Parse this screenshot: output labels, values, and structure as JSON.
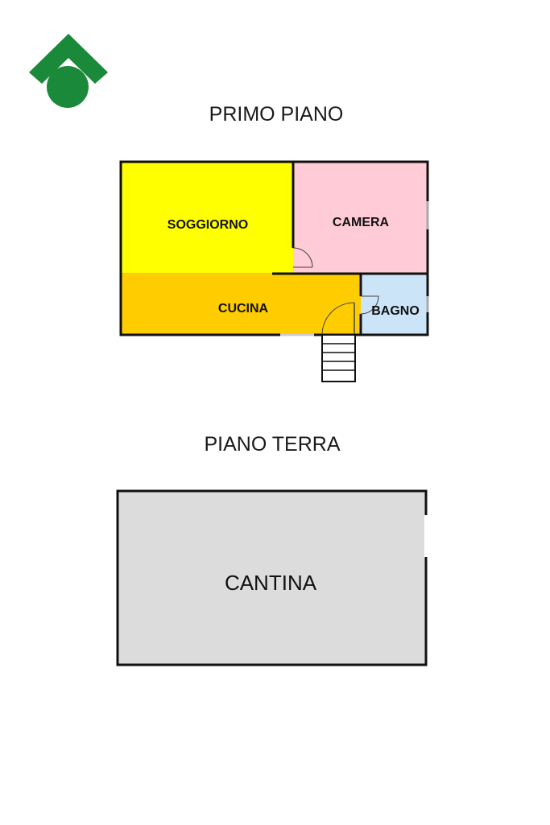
{
  "colors": {
    "logo_green": "#1a8a3a",
    "soggiorno": "#ffff00",
    "camera": "#ffcbd6",
    "cucina": "#ffcc00",
    "bagno": "#cce4f8",
    "cantina": "#dcdcdc",
    "wall": "#111111"
  },
  "logo": {
    "icon": "green-house-logo-icon"
  },
  "first_floor": {
    "title": "PRIMO PIANO",
    "rooms": {
      "soggiorno": "SOGGIORNO",
      "camera": "CAMERA",
      "cucina": "CUCINA",
      "bagno": "BAGNO"
    }
  },
  "ground_floor": {
    "title": "PIANO TERRA",
    "rooms": {
      "cantina": "CANTINA"
    }
  }
}
